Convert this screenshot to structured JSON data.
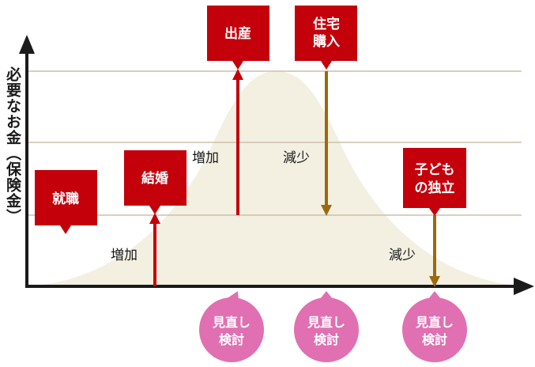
{
  "colors": {
    "red": "#c4000b",
    "gold": "#9a6a0c",
    "pink": "#e070b1",
    "curve_fill": "#f3f0e2",
    "grid": "#cdbfa9",
    "axis": "#1a1a1a"
  },
  "y_axis": {
    "label_main": "必要なお金",
    "label_paren": "（保険金）"
  },
  "events": {
    "employment": {
      "label": "就職"
    },
    "marriage": {
      "label": "結婚"
    },
    "birth": {
      "label": "出産"
    },
    "house": {
      "line1": "住宅",
      "line2": "購入"
    },
    "independence": {
      "line1": "子ども",
      "line2": "の独立"
    }
  },
  "arrows": {
    "increase1": "増加",
    "increase2": "増加",
    "decrease1": "減少",
    "decrease2": "減少"
  },
  "review_bubbles": [
    {
      "line1": "見直し",
      "line2": "検討"
    },
    {
      "line1": "見直し",
      "line2": "検討"
    },
    {
      "line1": "見直し",
      "line2": "検討"
    }
  ]
}
